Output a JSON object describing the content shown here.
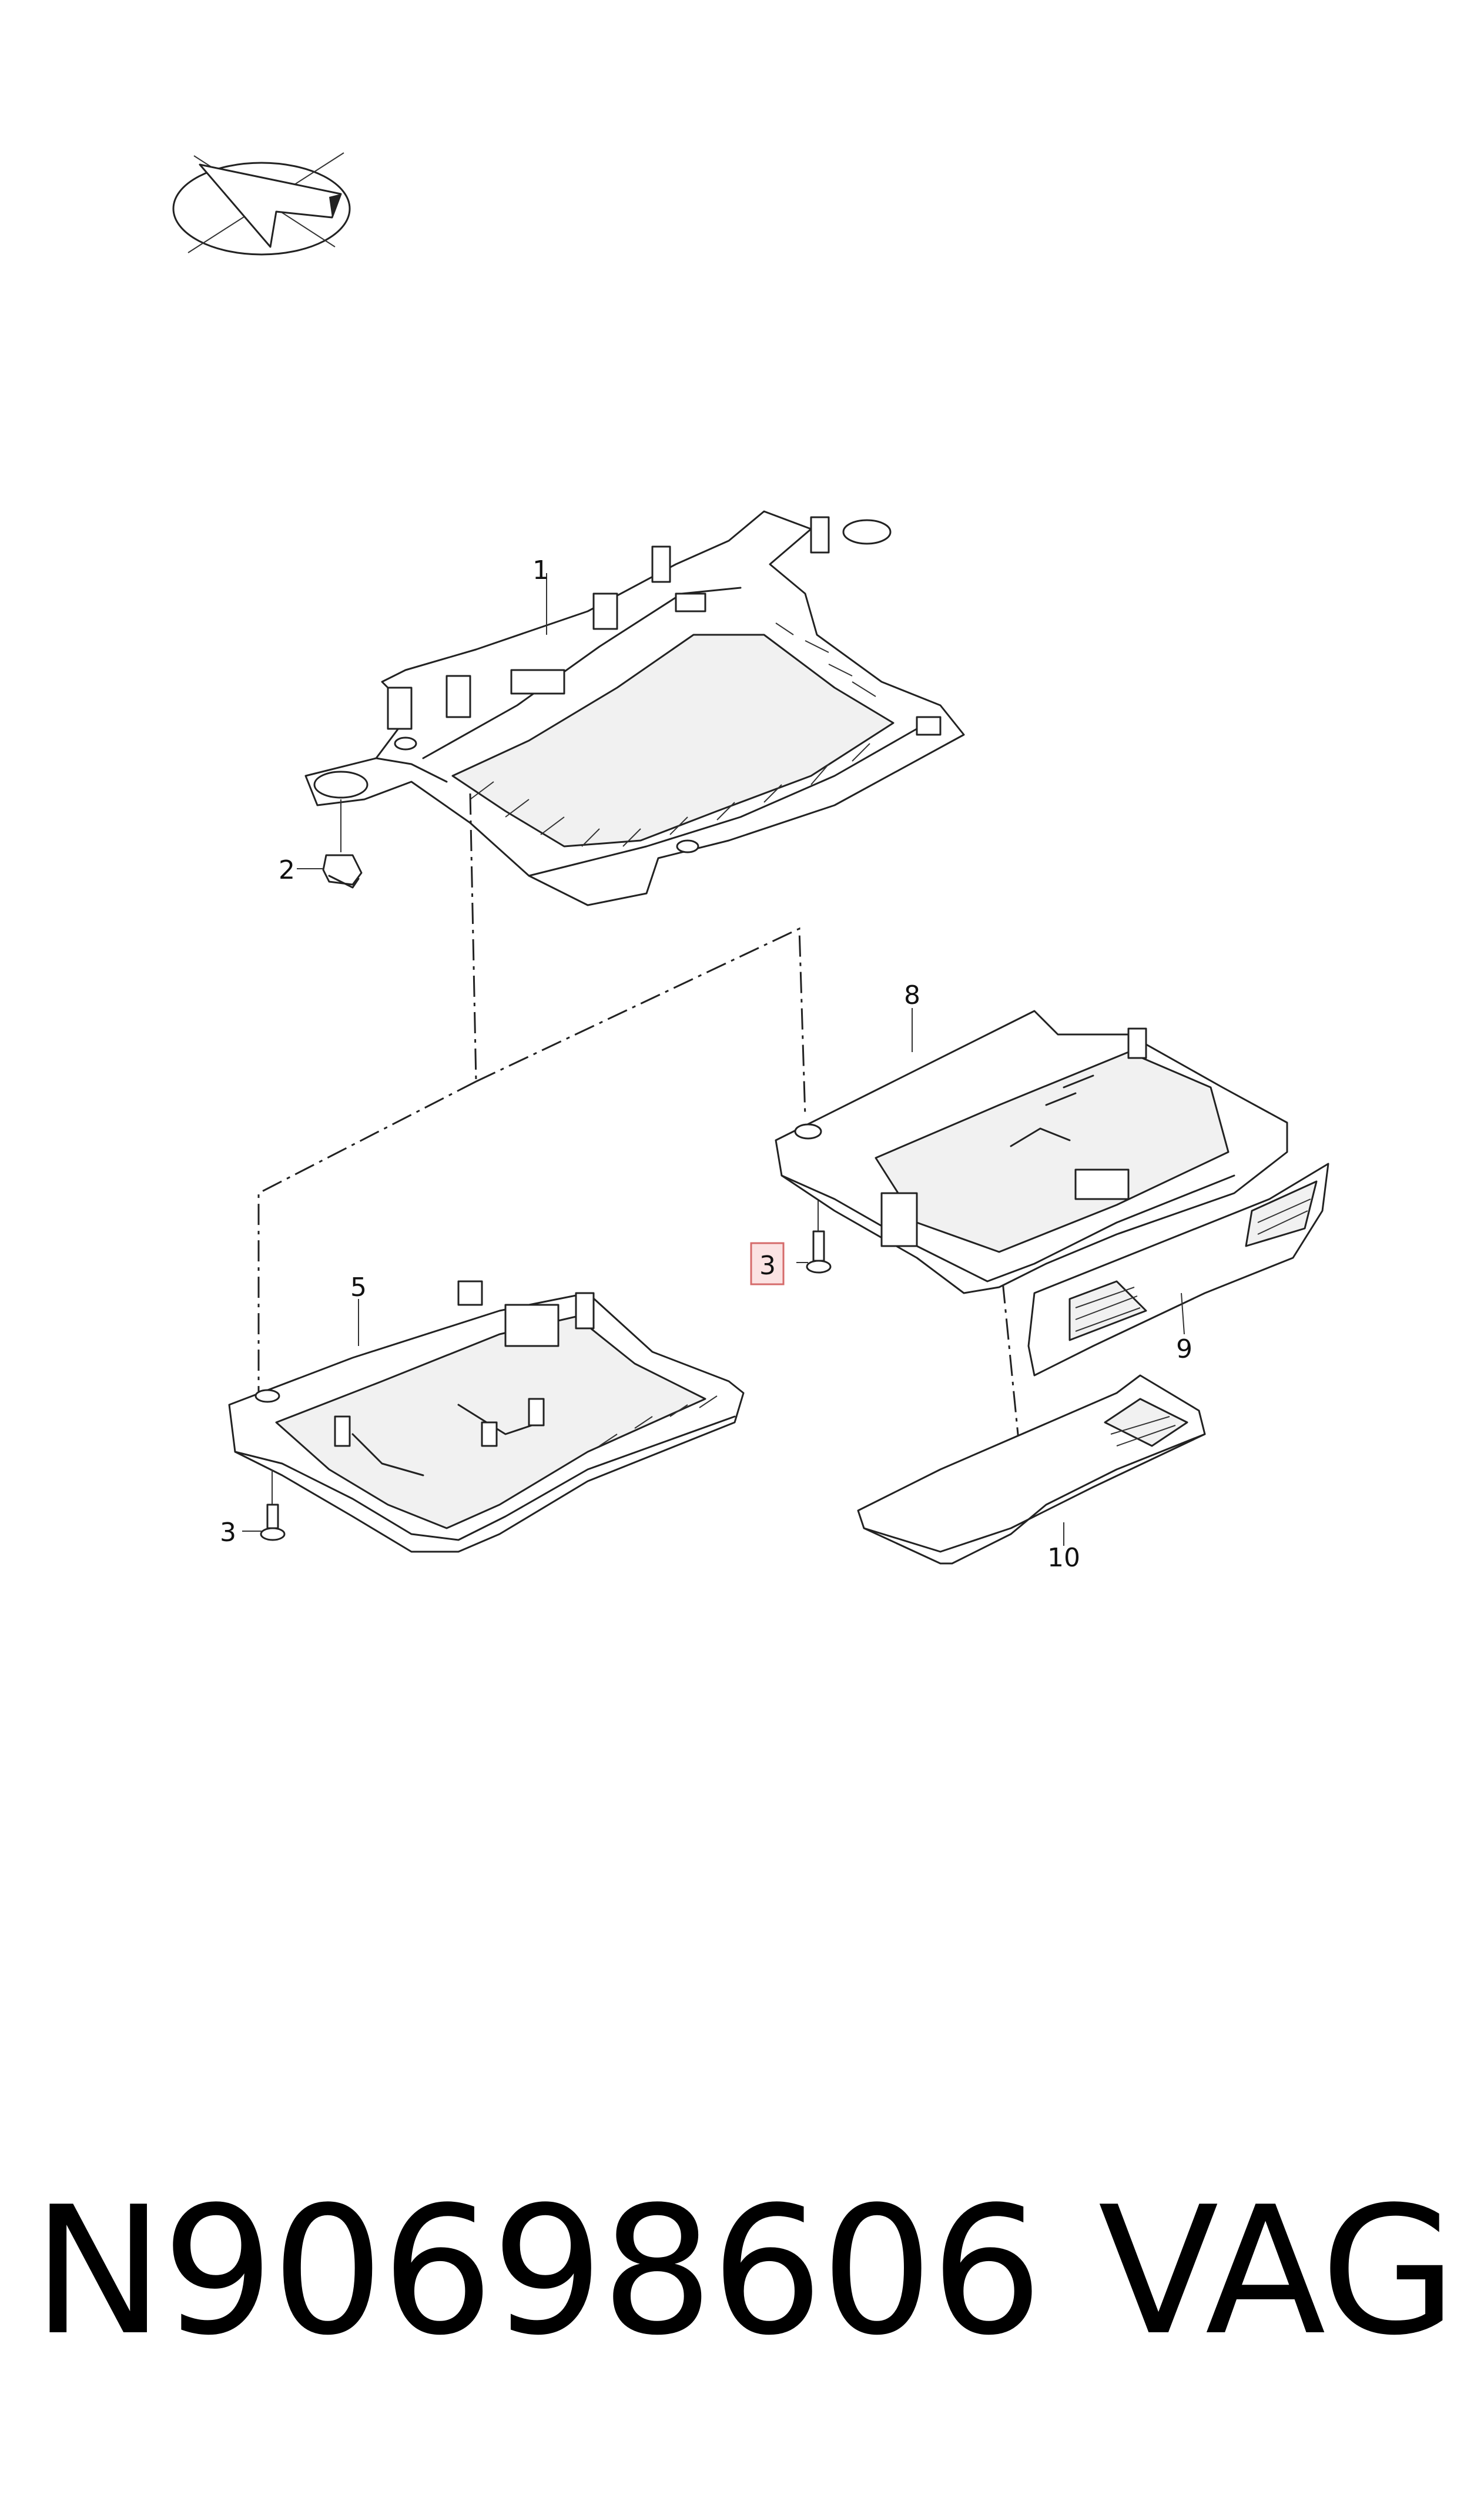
{
  "callouts": [
    {
      "label": "1"
    },
    {
      "label": "2"
    },
    {
      "label": "3"
    },
    {
      "label": "3"
    },
    {
      "label": "5"
    },
    {
      "label": "8"
    },
    {
      "label": "9"
    },
    {
      "label": "10"
    }
  ],
  "footer": {
    "part_number": "N90698606",
    "brand": "VAG"
  },
  "highlight_color": "#d56b6b"
}
